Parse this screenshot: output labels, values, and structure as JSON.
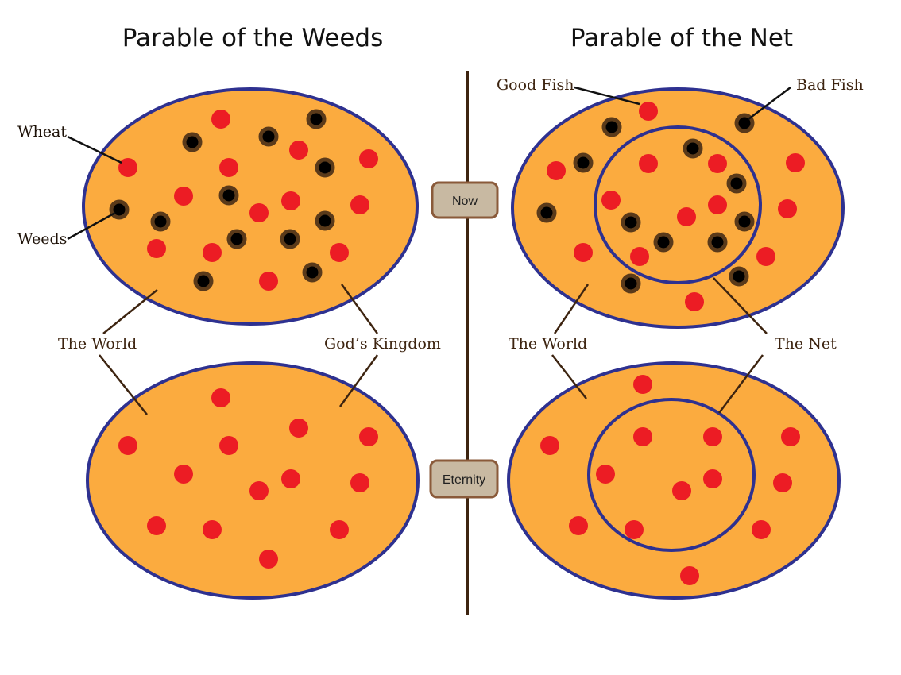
{
  "titles": {
    "left": "Parable of the Weeds",
    "right": "Parable of the Net"
  },
  "labels": {
    "wheat": "Wheat",
    "weeds": "Weeds",
    "good_fish": "Good  Fish",
    "bad_fish": "Bad Fish",
    "world_left": "The World",
    "kingdom": "God’s Kingdom",
    "world_right": "The World",
    "net": "The Net"
  },
  "timeline": {
    "now": "Now",
    "eternity": "Eternity"
  },
  "colors": {
    "field": "#fbab3f",
    "outline": "#2e3190",
    "good": "#ec1c24",
    "bad": "#000000",
    "bad_ring": "#5a3a1a",
    "timeline": "#3d2410",
    "box_fill": "#c8b9a2",
    "box_stroke": "#8a5a3a"
  }
}
